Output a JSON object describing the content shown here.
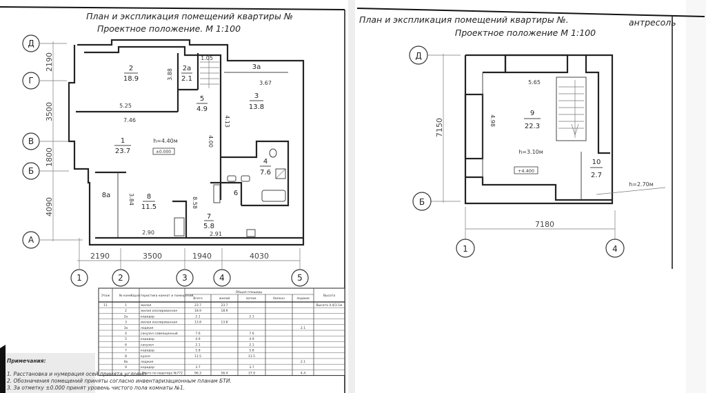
{
  "left_plan": {
    "title": "План и экспликация помещений квартиры №",
    "subtitle": "Проектное положение. М 1:100",
    "axes_rows": [
      "Д",
      "Г",
      "В",
      "Б",
      "А"
    ],
    "axes_cols": [
      "1",
      "2",
      "3",
      "4",
      "5"
    ],
    "dims_vertical": [
      "2190",
      "3500",
      "1800",
      "4090"
    ],
    "dims_horizontal": [
      "2190",
      "3500",
      "1940",
      "4030"
    ],
    "rooms": {
      "r1": {
        "num": "1",
        "area": "23.7"
      },
      "r2": {
        "num": "2",
        "area": "18.9"
      },
      "r2a": {
        "num": "2а",
        "area": "2.1"
      },
      "r3": {
        "num": "3",
        "area": "13.8"
      },
      "r3a": {
        "num": "3а"
      },
      "r4": {
        "num": "4",
        "area": "7.6"
      },
      "r5": {
        "num": "5",
        "area": "4.9"
      },
      "r6": {
        "num": "6"
      },
      "r7": {
        "num": "7",
        "area": "5.8"
      },
      "r8": {
        "num": "8",
        "area": "11.5"
      },
      "r8a": {
        "num": "8а"
      }
    },
    "height": "h=4.40м",
    "level": "±0.000",
    "measurements": {
      "m525": "5.25",
      "m746": "7.46",
      "m388": "3.88",
      "m105": "1.05",
      "m367": "3.67",
      "m413": "4.13",
      "m400": "4.00",
      "m384": "3.84",
      "m858": "8.58",
      "m290": "2.90",
      "m291": "2.91"
    }
  },
  "right_plan": {
    "title": "План и экспликация помещений квартиры №.",
    "subtitle_tag": "антресоль",
    "subtitle": "Проектное положение М 1:100",
    "axes_rows": [
      "Д",
      "Б"
    ],
    "axes_cols": [
      "1",
      "4"
    ],
    "dim_vertical": "7150",
    "dim_horizontal": "7180",
    "rooms": {
      "r9": {
        "num": "9",
        "area": "22.3"
      },
      "r10": {
        "num": "10",
        "area": "2.7"
      }
    },
    "m565": "5.65",
    "m498": "4.98",
    "height": "h=3.10м",
    "level": "+4.400",
    "height2": "h=2.70м"
  },
  "table": {
    "headers": [
      "Этаж",
      "№ комн.",
      "Характеристика комнат и помещений",
      "Всего",
      "жилой",
      "вспом.",
      "балкон",
      "лоджия",
      "Высота"
    ],
    "group_header": "Общая площадь",
    "rows": [
      [
        "11",
        "1",
        "жилая",
        "23.7",
        "23.7",
        "",
        "",
        "",
        "Высота 4.4/3.1м"
      ],
      [
        "",
        "2",
        "жилая изолированная",
        "18.9",
        "18.9",
        "",
        "",
        "",
        ""
      ],
      [
        "",
        "2а",
        "коридор",
        "2.1",
        "",
        "2.1",
        "",
        "",
        ""
      ],
      [
        "",
        "3",
        "жилая изолированная",
        "13.8",
        "13.8",
        "",
        "",
        "",
        ""
      ],
      [
        "",
        "3а",
        "лоджия",
        "",
        "",
        "",
        "",
        "2.1",
        ""
      ],
      [
        "",
        "4",
        "санузел совмещенный",
        "7.6",
        "",
        "7.6",
        "",
        "",
        ""
      ],
      [
        "",
        "5",
        "коридор",
        "4.9",
        "",
        "4.9",
        "",
        "",
        ""
      ],
      [
        "",
        "6",
        "санузел",
        "2.1",
        "",
        "2.1",
        "",
        "",
        ""
      ],
      [
        "",
        "7",
        "коридор",
        "5.8",
        "",
        "5.8",
        "",
        "",
        ""
      ],
      [
        "",
        "8",
        "кухня",
        "11.5",
        "",
        "11.5",
        "",
        "",
        ""
      ],
      [
        "",
        "8а",
        "лоджия",
        "",
        "",
        "",
        "",
        "2.1",
        ""
      ],
      [
        "",
        "9",
        "коридор",
        "3.7",
        "",
        "3.7",
        "",
        "",
        ""
      ]
    ],
    "total": [
      "Итого по квартире №772",
      "96.3",
      "56.4",
      "37.9",
      "",
      "4.4"
    ]
  },
  "notes": {
    "title": "Примечания:",
    "items": [
      "1. Расстановка и нумерация осей принята условно.",
      "2. Обозначения помещений приняты согласно инвентаризационным планам БТИ.",
      "3. За отметку ±0.000 принят уровень чистого пола комнаты №1."
    ]
  }
}
